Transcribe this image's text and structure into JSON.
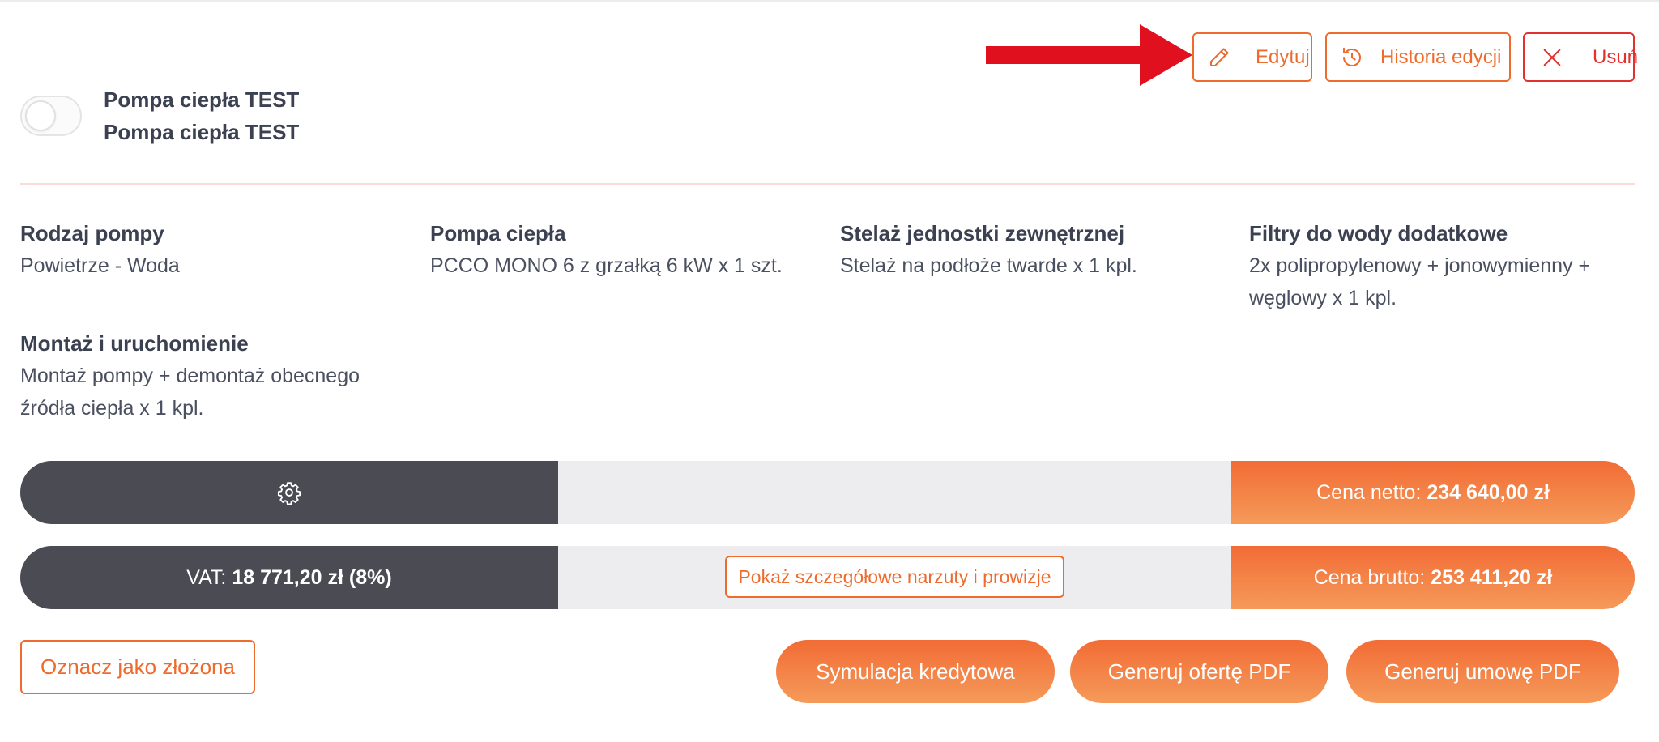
{
  "header": {
    "edit_label": "Edytuj",
    "history_label": "Historia edycji",
    "delete_label": "Usuń"
  },
  "item": {
    "name_line1": "Pompa ciepła TEST",
    "name_line2": "Pompa ciepła TEST",
    "active": false
  },
  "specs": [
    {
      "title": "Rodzaj pompy",
      "value": "Powietrze - Woda"
    },
    {
      "title": "Pompa ciepła",
      "value": "PCCO MONO 6 z grzałką 6 kW x 1 szt."
    },
    {
      "title": "Stelaż jednostki zewnętrznej",
      "value": "Stelaż na podłoże twarde x 1 kpl."
    },
    {
      "title": "Filtry do wody dodatkowe",
      "value": "2x polipropylenowy + jonowymienny + węglowy x 1 kpl."
    },
    {
      "title": "Montaż i uruchomienie",
      "value": "Montaż pompy + demontaż obecnego źródła ciepła x 1 kpl."
    }
  ],
  "pricing": {
    "net_label": "Cena netto: ",
    "net_value": "234 640,00 zł",
    "vat_label": "VAT: ",
    "vat_value": "18 771,20 zł (8%)",
    "gross_label": "Cena brutto: ",
    "gross_value": "253 411,20 zł",
    "details_label": "Pokaż szczegółowe narzuty i prowizje"
  },
  "actions": {
    "mark_label": "Oznacz jako złożona",
    "credit_label": "Symulacja kredytowa",
    "offer_label": "Generuj ofertę PDF",
    "contract_label": "Generuj umowę PDF"
  },
  "icons": {
    "edit": "pencil-icon",
    "history": "history-icon",
    "delete": "close-icon",
    "settings": "gear-icon",
    "annotation": "red-arrow"
  },
  "colors": {
    "accent": "#ee6b2d",
    "danger": "#e3312f",
    "dark_bar": "#4a4b53",
    "arrow": "#e0101e"
  }
}
